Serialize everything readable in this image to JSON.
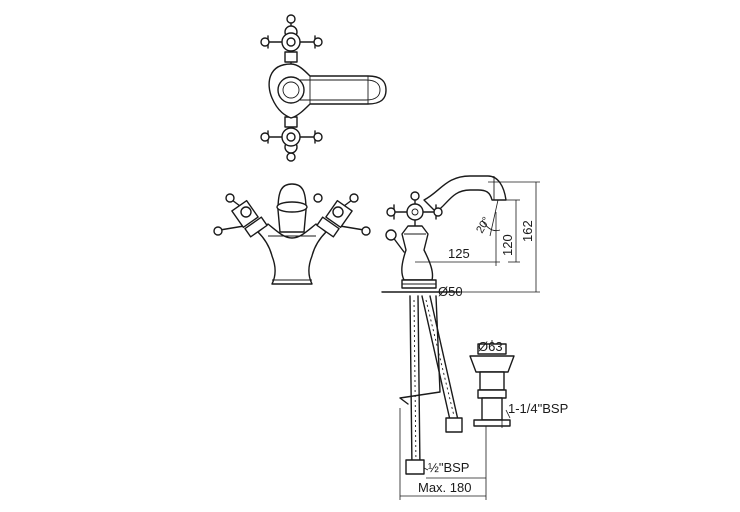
{
  "labels": {
    "dim_125": "125",
    "dim_120": "120",
    "dim_162": "162",
    "angle_20": "20°",
    "dia_50": "Ø50",
    "dia_63": "Ø63",
    "bsp_waste": "1-1/4\"BSP",
    "bsp_inlet": "½\"BSP",
    "max_180": "Max. 180"
  },
  "colors": {
    "line": "#1a1a1a",
    "background": "#ffffff"
  }
}
